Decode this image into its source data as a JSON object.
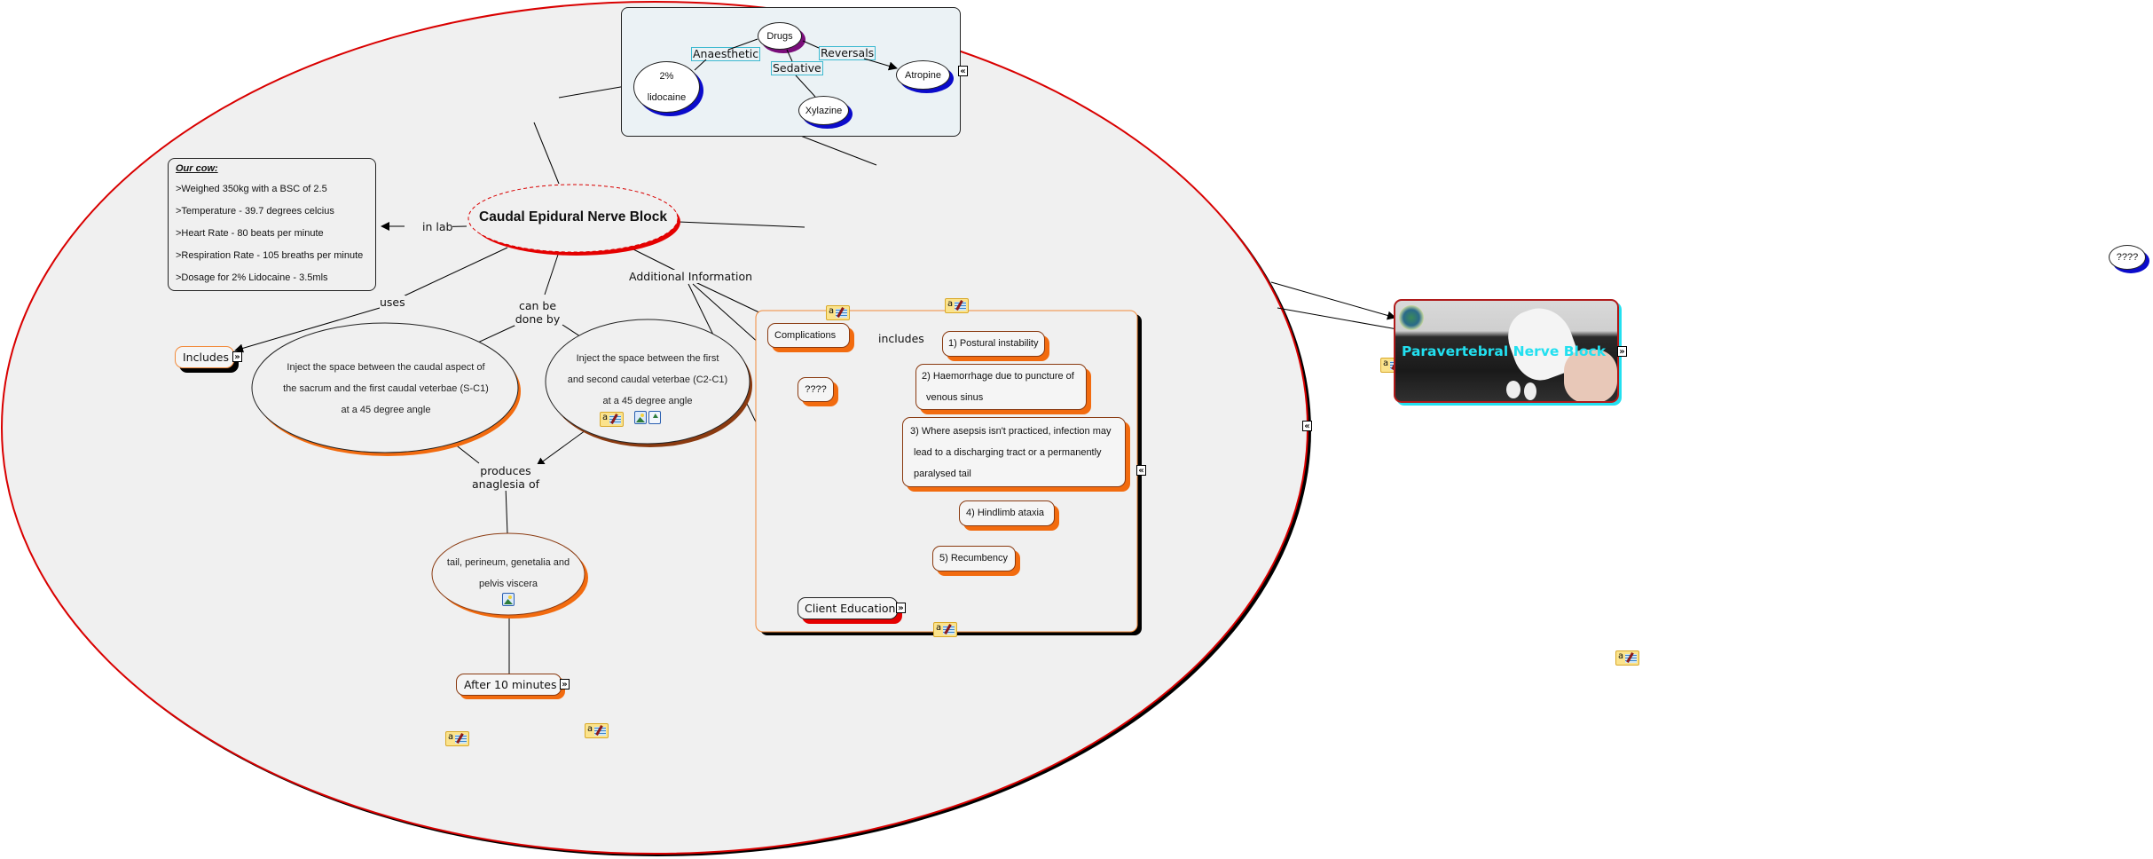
{
  "main_node": {
    "title": "Caudal Epidural Nerve Block"
  },
  "cow_info": {
    "title": "Our cow:",
    "lines": [
      ">Weighed 350kg with a BSC of 2.5",
      ">Temperature - 39.7 degrees celcius",
      ">Heart Rate - 80 beats per minute",
      ">Respiration Rate - 105 breaths per minute",
      ">Dosage for 2% Lidocaine - 3.5mls"
    ]
  },
  "drugs_map": {
    "root": "Drugs",
    "links": {
      "anaesthetic": "Anaesthetic",
      "sedative": "Sedative",
      "reversals": "Reversals"
    },
    "nodes": {
      "lidocaine_line1": "2%",
      "lidocaine_line2": "lidocaine",
      "xylazine": "Xylazine",
      "atropine": "Atropine"
    }
  },
  "link_labels": {
    "in_lab": "in lab",
    "uses": "uses",
    "can_be_done_by": "can be done by",
    "additional_information": "Additional Information",
    "produces": "produces anaglesia of",
    "includes": "includes"
  },
  "nodes": {
    "includes": "Includes",
    "method_sc1": [
      "Inject the space between the caudal aspect of",
      "the sacrum and the first caudal veterbae (S-C1)",
      "at a 45 degree angle"
    ],
    "method_c2c1": [
      "Inject the space between the first",
      "and second caudal veterbae (C2-C1)",
      "at a 45 degree angle"
    ],
    "analgesia_area": [
      "tail, perineum, genetalia and",
      "pelvis viscera"
    ],
    "after_10": "After 10 minutes",
    "complications": "Complications",
    "unknown_inner": "????",
    "client_education": "Client Education",
    "unknown_outer": "????",
    "paravertebral": "Paravertebral Nerve Block"
  },
  "complications_list": [
    [
      "1) Postural instability"
    ],
    [
      "2) Haemorrhage due to puncture of",
      "venous sinus"
    ],
    [
      "3) Where asepsis isn't practiced, infection may",
      "lead to a discharging tract or a permanently",
      "paralysed tail"
    ],
    [
      "4) Hindlimb ataxia"
    ],
    [
      "5) Recumbency"
    ]
  ],
  "icons": {
    "expand": "»",
    "collapse": "«"
  },
  "colors": {
    "cluster_border": "#d90000",
    "orange_shadow": "#f26b0f",
    "blue_shadow": "#0b0bcb",
    "label_cyan": "#22e0f0"
  }
}
